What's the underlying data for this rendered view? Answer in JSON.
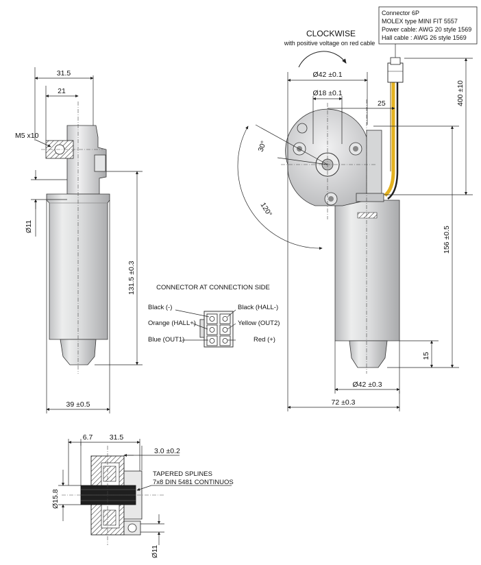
{
  "left_view": {
    "dim_top_outer": "31.5",
    "dim_top_inner": "21",
    "thread": "M5 x10",
    "shaft_dia": "Ø11",
    "length": "131.5 ±0.3",
    "width": "39 ±0.5"
  },
  "right_view": {
    "clockwise_title": "CLOCKWISE",
    "clockwise_sub": "with positive voltage on red cable",
    "dia_outer": "Ø42 ±0.1",
    "dia_inner": "Ø18 ±0.1",
    "offset": "25",
    "angle_small": "30°",
    "angle_large": "120°",
    "cable_length": "400 ±10",
    "body_length": "156 ±0.5",
    "cap_length": "15",
    "body_dia": "Ø42 ±0.3",
    "overall_width": "72 ±0.3"
  },
  "connector_box": {
    "lines": [
      "Connector 6P",
      "MOLEX type MINI FIT 5557",
      "Power cable: AWG 20 style 1569",
      "Hall cable   : AWG 26 style 1569"
    ]
  },
  "connector_pinout": {
    "title": "CONNECTOR AT CONNECTION SIDE",
    "left": [
      "Black (-)",
      "Orange (HALL+)",
      "Blue (OUT1)"
    ],
    "right": [
      "Black (HALL-)",
      "Yellow (OUT2)",
      "Red (+)"
    ]
  },
  "bottom_view": {
    "dim_a": "6.7",
    "dim_b": "31.5",
    "dim_c": "3.0 ±0.2",
    "splines_line1": "TAPERED SPLINES",
    "splines_line2": "7x8 DIN 5481 CONTINUOS",
    "dia_left": "Ø15.8",
    "dia_bottom": "Ø11"
  },
  "colors": {
    "body_gray": "#d9dadc",
    "gearbox_gray": "#c7c8ca",
    "cable_yellow": "#e4b21f",
    "cable_black": "#222222",
    "hatch": "#333333"
  }
}
